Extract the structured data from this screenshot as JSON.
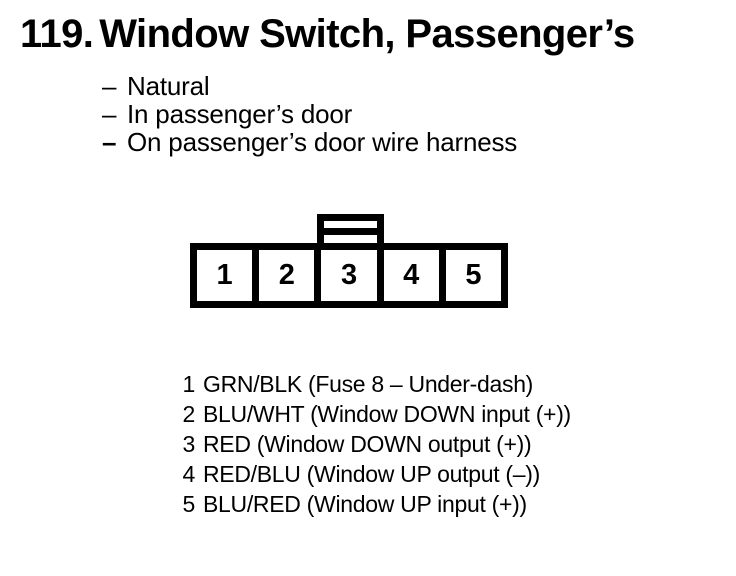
{
  "header": {
    "item_number": "119.",
    "title": "Window Switch, Passenger’s"
  },
  "notes": [
    {
      "dash": "–",
      "text": "Natural"
    },
    {
      "dash": "–",
      "text": "In passenger’s door"
    },
    {
      "dash": "–",
      "text": "On passenger’s door wire harness"
    }
  ],
  "connector": {
    "cavities": [
      "1",
      "2",
      "3",
      "4",
      "5"
    ],
    "keying_tab": "tab-above-cavity-3"
  },
  "pinout": [
    {
      "pin": "1",
      "wire": "GRN/BLK (Fuse 8 – Under-dash)"
    },
    {
      "pin": "2",
      "wire": "BLU/WHT (Window DOWN input (+))"
    },
    {
      "pin": "3",
      "wire": "RED (Window DOWN output (+))"
    },
    {
      "pin": "4",
      "wire": "RED/BLU (Window UP output (–))"
    },
    {
      "pin": "5",
      "wire": "BLU/RED (Window UP input (+))"
    }
  ],
  "colors": {
    "ink": "#000000",
    "background": "#ffffff"
  }
}
